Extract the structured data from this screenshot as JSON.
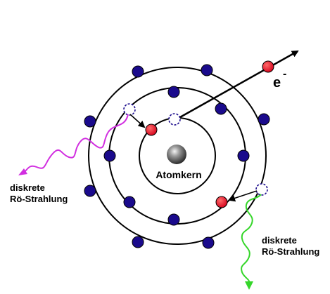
{
  "diagram": {
    "nucleus_label": "Atomkern",
    "electron_symbol": "e",
    "electron_charge": "-",
    "radiation_left": [
      "diskrete",
      "Rö-Strahlung"
    ],
    "radiation_right": [
      "diskrete",
      "Rö-Strahlung"
    ]
  },
  "colors": {
    "orbit": "#000000",
    "electron": "#1a0a8c",
    "moving_electron": "#e8001c",
    "vacancy": "#1a0a8c",
    "radiation_left": "#d12ee0",
    "radiation_right": "#35d62a",
    "nucleus": "#555555"
  }
}
